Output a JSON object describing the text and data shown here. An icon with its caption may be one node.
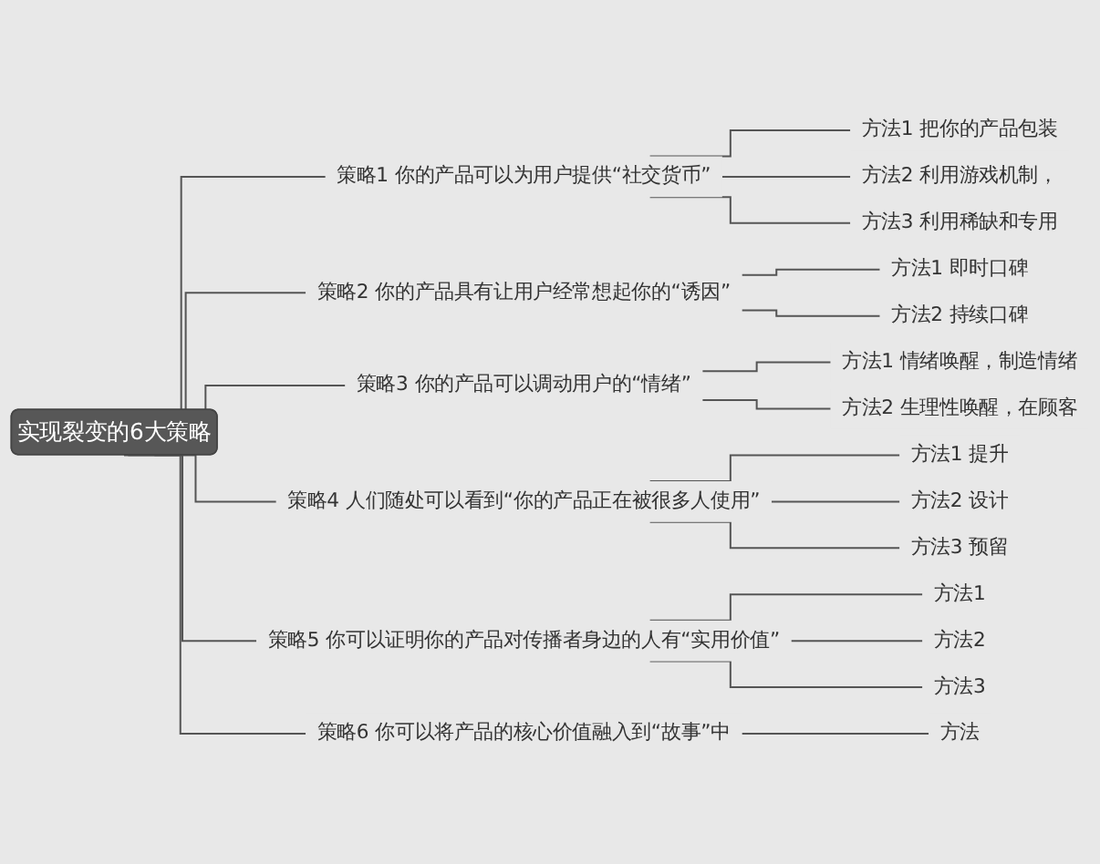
{
  "diagram": {
    "nodes": [
      {
        "text": [
          "实现裂变的6大策略"
        ]
      },
      {
        "text": [
          "策略1 你的产品可以为用户提供“社交货币”"
        ]
      },
      {
        "text": [
          "方法1 把你的产品包装"
        ]
      },
      {
        "text": [
          "方法2 利用游戏机制，"
        ]
      },
      {
        "text": [
          "方法3 利用稀缺和专用"
        ]
      },
      {
        "text": [
          "策略2 你的产品具有让用户经常想起你的“诱因”"
        ]
      },
      {
        "text": [
          "方法1 即时口碑"
        ]
      },
      {
        "text": [
          "方法2 持续口碑"
        ]
      },
      {
        "text": [
          "策略3 你的产品可以调动用户的“情绪”"
        ]
      },
      {
        "text": [
          "方法1 情绪唤醒，制造情绪"
        ]
      },
      {
        "text": [
          "方法2 生理性唤醒，在顾客"
        ]
      },
      {
        "text": [
          "策略4 人们随处可以看到“你的产品正在被很多人使用”"
        ]
      },
      {
        "text": [
          "方法1 提升"
        ]
      },
      {
        "text": [
          "方法2 设计"
        ]
      },
      {
        "text": [
          "方法3 预留"
        ]
      },
      {
        "text": [
          "策略5 你可以证明你的产品对传播者身边的人有“实用价值”"
        ]
      },
      {
        "text": [
          "方法1"
        ]
      },
      {
        "text": [
          "方法2"
        ]
      },
      {
        "text": [
          "方法3"
        ]
      },
      {
        "text": [
          "策略6 你可以将产品的核心价值融入到“故事”中"
        ]
      },
      {
        "text": [
          "方法"
        ]
      }
    ],
    "edges": [
      {
        "from": 0,
        "to": 1,
        "arrow": "none"
      },
      {
        "from": 1,
        "to": 2,
        "arrow": "none"
      },
      {
        "from": 1,
        "to": 3,
        "arrow": "none"
      },
      {
        "from": 1,
        "to": 4,
        "arrow": "none"
      },
      {
        "from": 0,
        "to": 5,
        "arrow": "none"
      },
      {
        "from": 5,
        "to": 6,
        "arrow": "none"
      },
      {
        "from": 5,
        "to": 7,
        "arrow": "none"
      },
      {
        "from": 0,
        "to": 8,
        "arrow": "none"
      },
      {
        "from": 8,
        "to": 9,
        "arrow": "none"
      },
      {
        "from": 8,
        "to": 10,
        "arrow": "none"
      },
      {
        "from": 0,
        "to": 11,
        "arrow": "none"
      },
      {
        "from": 11,
        "to": 12,
        "arrow": "none"
      },
      {
        "from": 11,
        "to": 13,
        "arrow": "none"
      },
      {
        "from": 11,
        "to": 14,
        "arrow": "none"
      },
      {
        "from": 0,
        "to": 15,
        "arrow": "none"
      },
      {
        "from": 15,
        "to": 16,
        "arrow": "none"
      },
      {
        "from": 15,
        "to": 17,
        "arrow": "none"
      },
      {
        "from": 15,
        "to": 18,
        "arrow": "none"
      },
      {
        "from": 0,
        "to": 19,
        "arrow": "none"
      },
      {
        "from": 19,
        "to": 20,
        "arrow": "none"
      }
    ]
  }
}
